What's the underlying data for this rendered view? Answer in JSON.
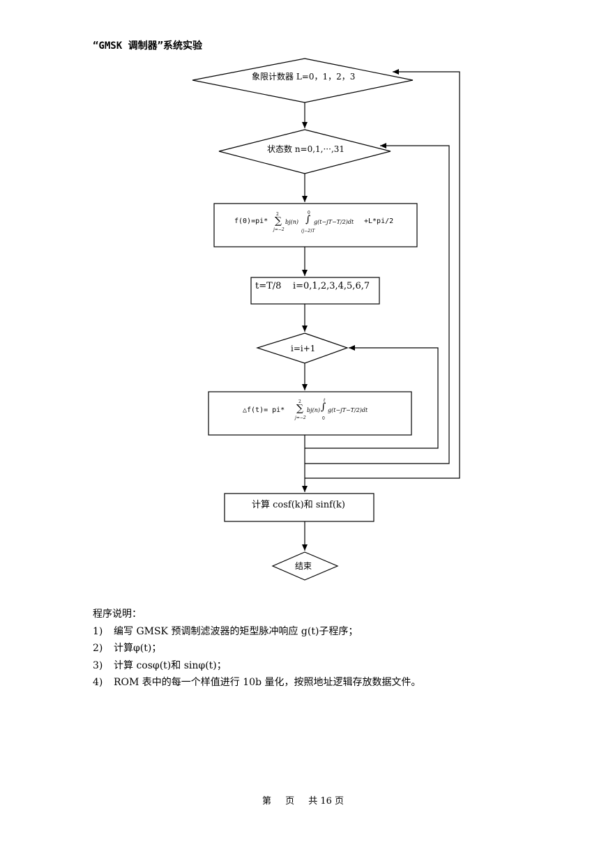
{
  "header": {
    "title": "“GMSK 调制器”系统实验"
  },
  "flowchart": {
    "decision_quadrant": "象限计数器 L=0，1，2，3",
    "decision_state": "状态数 n=0,1,···,31",
    "process_f0": {
      "lhs": "f(0)=pi*",
      "sum_top": "2",
      "sum_bottom": "j=−2",
      "term": "bj(n)",
      "int_top": "0",
      "int_bottom": "(j−2)T",
      "integrand": "g(t−jT−T/2)dt",
      "rhs": "+L*pi/2"
    },
    "process_t": "t=T/8    i=0,1,2,3,4,5,6,7",
    "decision_i": "i=i+1",
    "process_delta": {
      "lhs": "△f(t)= pi*",
      "sum_top": "2",
      "sum_bottom": "j=−2",
      "term": "bj(n)",
      "int_top": "t",
      "int_bottom": "0",
      "integrand": "g(t−jT−T/2)dt"
    },
    "process_cos_sin": "计算 cosf(k)和 sinf(k)",
    "end": "结束"
  },
  "notes": {
    "heading": "程序说明：",
    "items": [
      {
        "num": "1)",
        "text": "编写 GMSK 预调制滤波器的矩型脉冲响应 g(t)子程序；"
      },
      {
        "num": "2)",
        "text": "计算φ(t)；"
      },
      {
        "num": "3)",
        "text": "计算 cosφ(t)和 sinφ(t)；"
      },
      {
        "num": "4)",
        "text": "ROM 表中的每一个样值进行 10b 量化，按照地址逻辑存放数据文件。"
      }
    ]
  },
  "footer": {
    "page_label": "第",
    "page_unit": "页",
    "total_label": "共 16 页"
  }
}
